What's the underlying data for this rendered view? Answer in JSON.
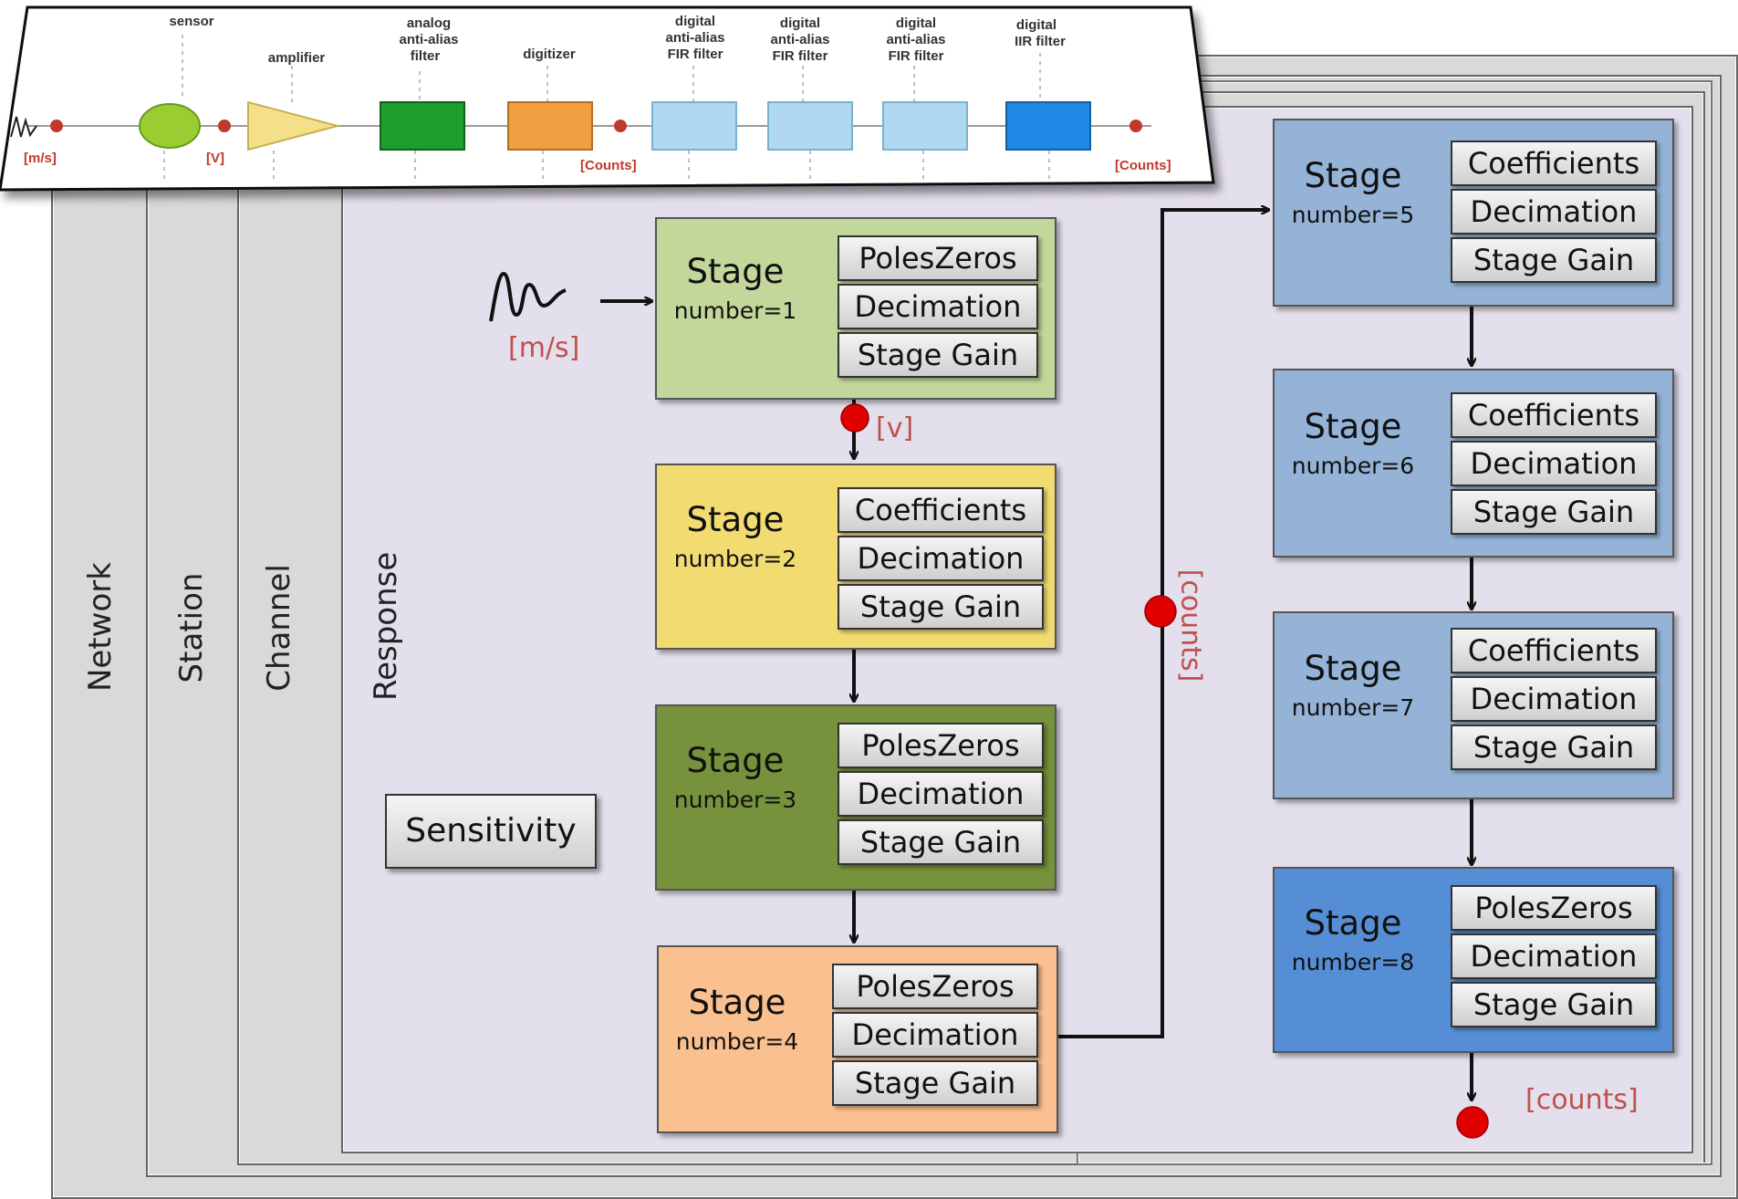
{
  "layers": {
    "network": "Network",
    "station": "Station",
    "channel": "Channel",
    "response": "Response"
  },
  "sensitivity": "Sensitivity",
  "units": {
    "input": "[m/s]",
    "after_stage1": "[v]",
    "digitizer_out": "[counts]",
    "final": "[counts]"
  },
  "stages": [
    {
      "title": "Stage",
      "number": "number=1",
      "color": "#c4d79b",
      "blocks": [
        "PolesZeros",
        "Decimation",
        "Stage Gain"
      ]
    },
    {
      "title": "Stage",
      "number": "number=2",
      "color": "#f2dc72",
      "blocks": [
        "Coefficients",
        "Decimation",
        "Stage Gain"
      ]
    },
    {
      "title": "Stage",
      "number": "number=3",
      "color": "#76923c",
      "blocks": [
        "PolesZeros",
        "Decimation",
        "Stage Gain"
      ]
    },
    {
      "title": "Stage",
      "number": "number=4",
      "color": "#fac090",
      "blocks": [
        "PolesZeros",
        "Decimation",
        "Stage Gain"
      ]
    },
    {
      "title": "Stage",
      "number": "number=5",
      "color": "#95b3d7",
      "blocks": [
        "Coefficients",
        "Decimation",
        "Stage Gain"
      ]
    },
    {
      "title": "Stage",
      "number": "number=6",
      "color": "#95b3d7",
      "blocks": [
        "Coefficients",
        "Decimation",
        "Stage Gain"
      ]
    },
    {
      "title": "Stage",
      "number": "number=7",
      "color": "#95b3d7",
      "blocks": [
        "Coefficients",
        "Decimation",
        "Stage Gain"
      ]
    },
    {
      "title": "Stage",
      "number": "number=8",
      "color": "#558ed5",
      "blocks": [
        "PolesZeros",
        "Decimation",
        "Stage Gain"
      ]
    }
  ],
  "colors": {
    "response_bg": "#e4dfec",
    "layer_bg": "#d9d9d9",
    "unit_red": "#c0504d",
    "node_red": "#e00000"
  },
  "pipeline": {
    "labels": {
      "sensor": "sensor",
      "amplifier": "amplifier",
      "analog_filter": [
        "analog",
        "anti-alias",
        "filter"
      ],
      "digitizer": "digitizer",
      "fir1": [
        "digital",
        "anti-alias",
        "FIR filter"
      ],
      "fir2": [
        "digital",
        "anti-alias",
        "FIR filter"
      ],
      "fir3": [
        "digital",
        "anti-alias",
        "FIR filter"
      ],
      "iir": [
        "digital",
        "IIR filter"
      ]
    },
    "units": {
      "input": "[m/s]",
      "volts": "[V]",
      "counts1": "[Counts]",
      "counts2": "[Counts]"
    },
    "colors": {
      "sensor": "#9acd32",
      "amplifier": "#f5e08a",
      "analog_filter": "#1e9e2e",
      "digitizer": "#f0a040",
      "fir": "#b0d8f0",
      "iir": "#1e88e5"
    }
  }
}
